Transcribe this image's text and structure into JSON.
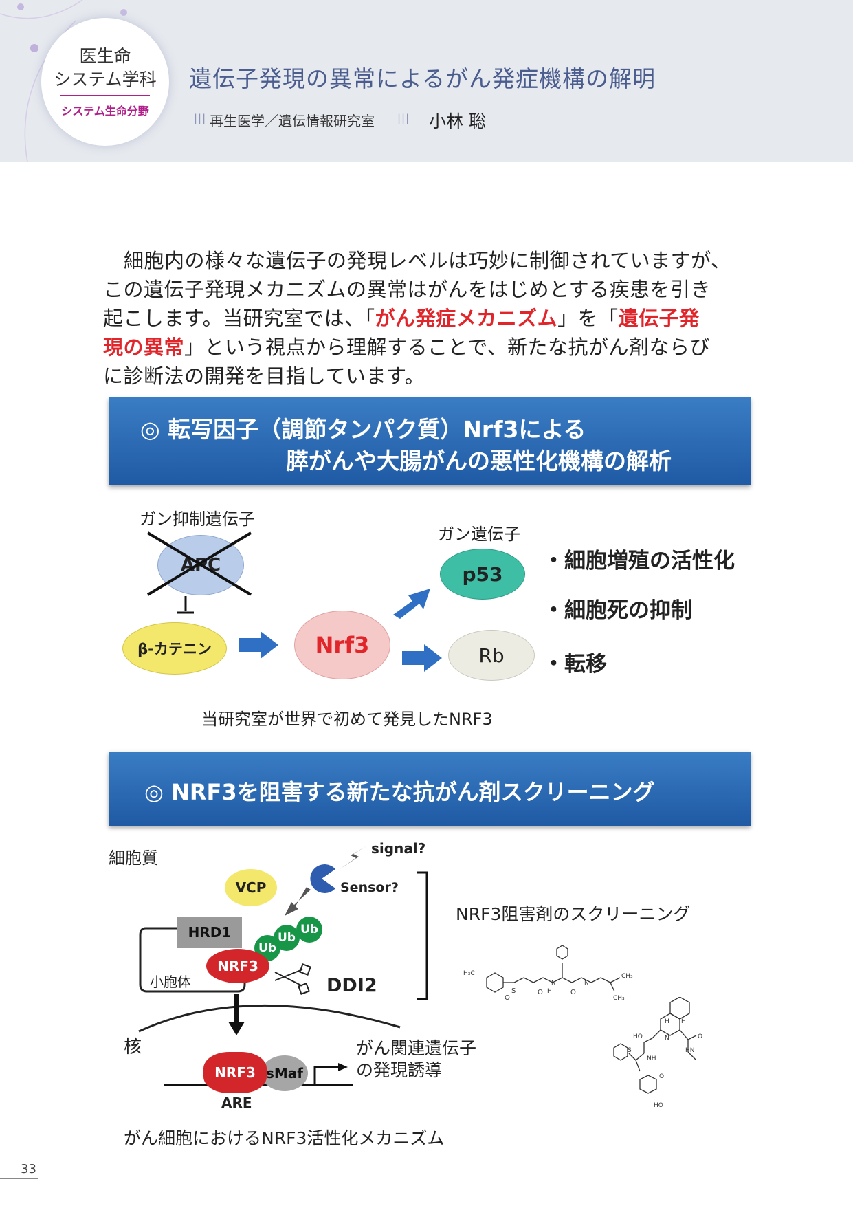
{
  "header": {
    "badge_line1": "医生命",
    "badge_line2": "システム学科",
    "badge_line3": "システム生命分野",
    "title": "遺伝子発現の異常によるがん発症機構の解明",
    "lab_mark": "|||",
    "lab": "再生医学／遺伝情報研究室",
    "author": "小林 聡"
  },
  "intro": {
    "line1": "細胞内の様々な遺伝子の発現レベルは巧妙に制御されていますが、",
    "line2": "この遺伝子発現メカニズムの異常はがんをはじめとする疾患を引き",
    "line3_a": "起こします。当研究室では、「",
    "line3_red1": "がん発症メカニズム",
    "line3_b": "」を「",
    "line3_red2": "遺伝子発",
    "line4_red": "現の異常",
    "line4_b": "」という視点から理解することで、新たな抗がん剤ならび",
    "line5": "に診断法の開発を目指しています。"
  },
  "section1": {
    "banner_line1": "◎ 転写因子（調節タンパク質）Nrf3による",
    "banner_line2": "膵がんや大腸がんの悪性化機構の解析",
    "suppressor_label": "ガン抑制遺伝子",
    "apc": "APC",
    "beta_catenin": "β-カテニン",
    "nrf3": "Nrf3",
    "oncogene_label": "ガン遺伝子",
    "p53": "p53",
    "rb": "Rb",
    "bullets": [
      "・細胞増殖の活性化",
      "・細胞死の抑制",
      "・転移"
    ],
    "caption": "当研究室が世界で初めて発見したNRF3"
  },
  "section2": {
    "banner": "◎ NRF3を阻害する新たな抗がん剤スクリーニング",
    "cytoplasm": "細胞質",
    "signal": "signal?",
    "sensor": "Sensor?",
    "vcp": "VCP",
    "hrd1": "HRD1",
    "ub": "Ub",
    "nrf3": "NRF3",
    "er": "小胞体",
    "ddi2": "DDI2",
    "nucleus": "核",
    "smaf": "sMaf",
    "are": "ARE",
    "gene_induction_1": "がん関連遺伝子",
    "gene_induction_2": "の発現誘導",
    "screening_label": "NRF3阻害剤のスクリーニング",
    "caption": "がん細胞におけるNRF3活性化メカニズム",
    "chem1_h3c": "H₃C",
    "chem1_s": "S",
    "chem1_o": "O",
    "chem1_h": "H",
    "chem1_n": "N",
    "chem1_ch3": "CH₃",
    "chem2_h": "H",
    "chem2_n": "N",
    "chem2_ho": "HO",
    "chem2_o": "O",
    "chem2_nh": "NH",
    "chem2_hn": "HN",
    "chem2_s": "S"
  },
  "page_number": "33",
  "colors": {
    "header_bg": "#e6e9ee",
    "title": "#4b5d8f",
    "accent_magenta": "#b0208a",
    "emphasis_red": "#e0252b",
    "banner_blue": "#2a6bb6"
  }
}
